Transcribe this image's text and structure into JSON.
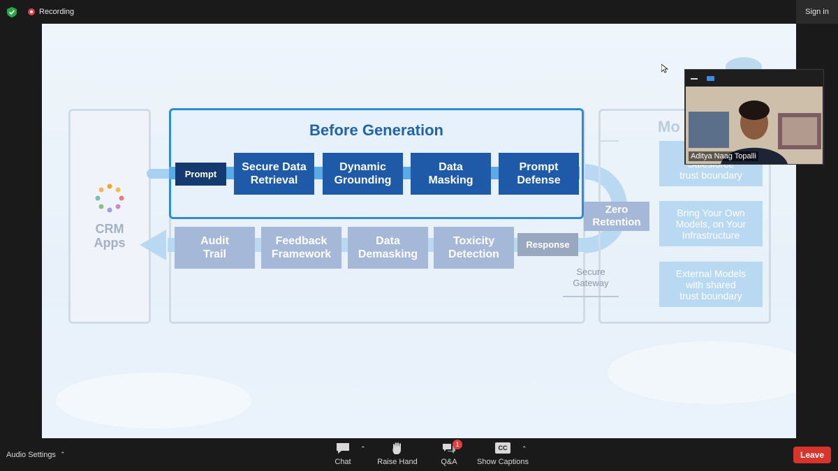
{
  "topbar": {
    "recording_label": "Recording",
    "signin_label": "Sign in"
  },
  "slide": {
    "crm_label": "CRM\nApps",
    "before_title": "Before Generation",
    "forward_steps": [
      "Prompt",
      "Secure Data\nRetrieval",
      "Dynamic\nGrounding",
      "Data\nMasking",
      "Prompt\nDefense"
    ],
    "return_steps": [
      "Audit\nTrail",
      "Feedback\nFramework",
      "Data\nDemasking",
      "Toxicity\nDetection",
      "Response"
    ],
    "zero_retention": "Zero\nRetention",
    "secure_gateway": "Secure\nGateway",
    "models_title": "Mo",
    "model_boxes": [
      "Ho\nSalesforce\ntrust boundary",
      "Bring Your Own\nModels, on Your\nInfrastructure",
      "External Models\nwith shared\ntrust boundary"
    ]
  },
  "video": {
    "participant_name": "Aditya Naag Topalli"
  },
  "toolbar": {
    "audio_settings": "Audio Settings",
    "chat": "Chat",
    "raise_hand": "Raise Hand",
    "qa": "Q&A",
    "qa_badge": "1",
    "show_captions": "Show Captions",
    "cc_label": "CC",
    "leave": "Leave"
  },
  "colors": {
    "accent_blue": "#1f5aa8",
    "leave_red": "#d9342b"
  }
}
